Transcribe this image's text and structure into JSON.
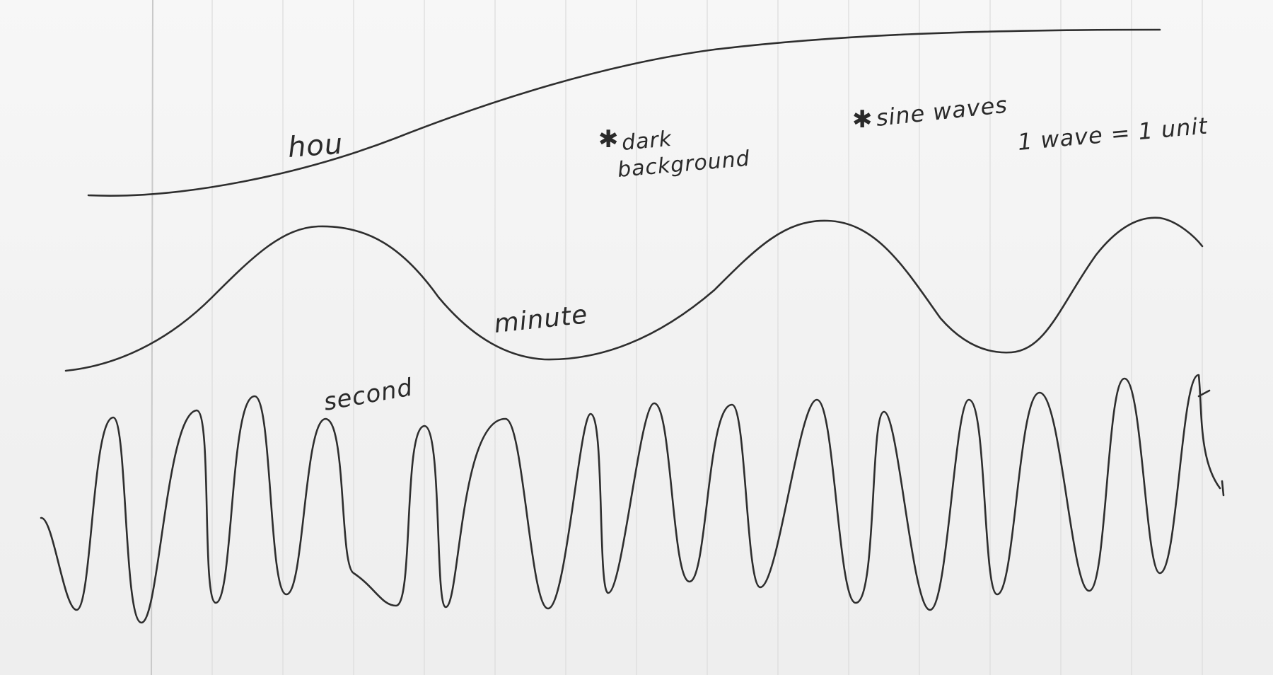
{
  "sketch": {
    "labels": {
      "hour": "hou",
      "minute": "minute",
      "second": "second"
    },
    "notes": {
      "dark_background_line1": "dark",
      "dark_background_line2": "background",
      "sine_waves": "sine waves",
      "wave_unit": "1 wave = 1 unit"
    },
    "star_glyph": "✱",
    "ink_color": "#2e2e2e",
    "paper_color": "#f4f4f4"
  }
}
